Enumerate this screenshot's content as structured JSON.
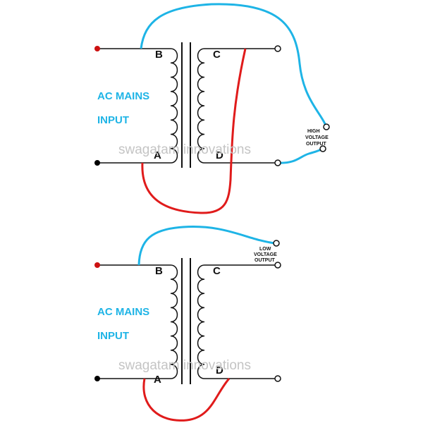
{
  "watermark": "swagatam innovations",
  "colors": {
    "wire": "#111111",
    "blue_wire": "#1eb4e6",
    "red_wire": "#e01b1b",
    "live_dot": "#cc1111",
    "neutral_dot": "#000000",
    "label_blue": "#1eb4e6",
    "watermark": "#c4c4c4"
  },
  "top_diagram": {
    "terminal_b": "B",
    "terminal_a": "A",
    "terminal_c": "C",
    "terminal_d": "D",
    "mains_line1": "AC MAINS",
    "mains_line2": "INPUT",
    "output_line1": "HIGH",
    "output_line2": "VOLTAGE",
    "output_line3": "OUTPUT"
  },
  "bottom_diagram": {
    "terminal_b": "B",
    "terminal_a": "A",
    "terminal_c": "C",
    "terminal_d": "D",
    "mains_line1": "AC MAINS",
    "mains_line2": "INPUT",
    "output_line1": "LOW",
    "output_line2": "VOLTAGE",
    "output_line3": "OUTPUT"
  }
}
